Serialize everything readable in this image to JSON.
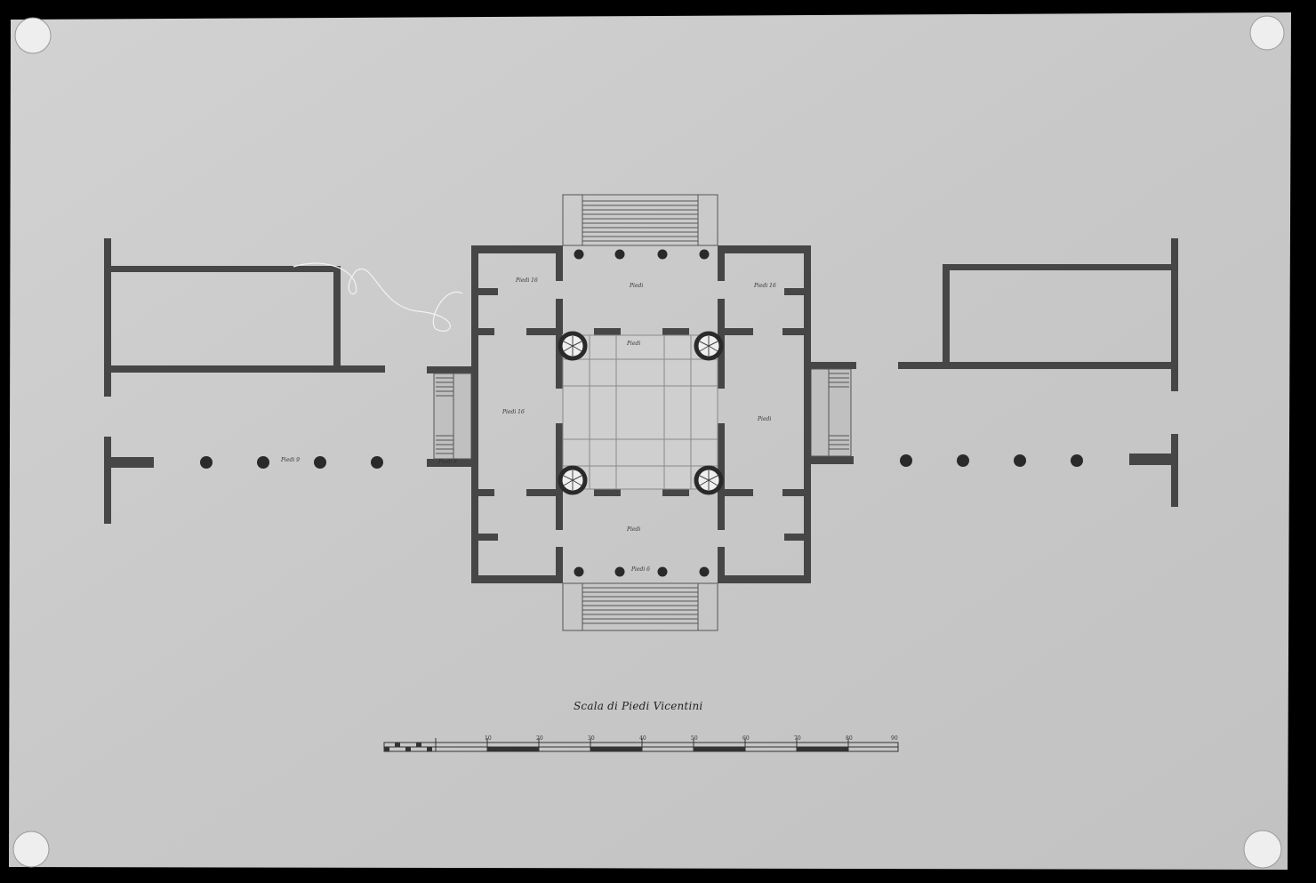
{
  "drawing": {
    "scale_title": "Scala di Piedi Vicentini",
    "scale_numbers": [
      "10",
      "20",
      "30",
      "40",
      "50",
      "60",
      "70",
      "80",
      "90"
    ],
    "room_labels": {
      "top_left_room": "Piedi 16",
      "top_portico": "Piedi",
      "top_right_room": "Piedi 16",
      "hall_top": "Piedi",
      "left_hall": "Piedi 16",
      "right_hall": "Piedi",
      "bottom_portico": "Piedi",
      "bottom_columns": "Piedi 6",
      "left_corridor": "Piedi 9",
      "left_stair": "Piedi 8"
    }
  },
  "colors": {
    "paper": "#c9c9c9",
    "wall": "#464646",
    "line": "#333333",
    "background": "#000000"
  }
}
